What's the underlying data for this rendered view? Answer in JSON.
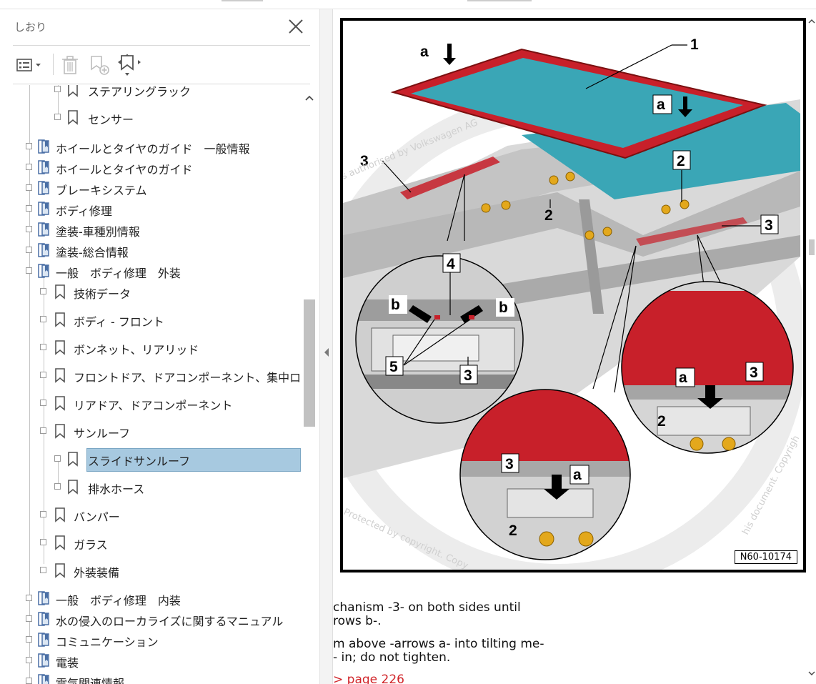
{
  "panel": {
    "title": "しおり",
    "toolbar": {
      "options": "options-menu-icon",
      "delete": "trash-icon",
      "new_bookmark": "new-bookmark-icon",
      "find_current": "find-current-bookmark-icon"
    }
  },
  "tree": {
    "rows": [
      {
        "label": "ステアリングラック",
        "type": "bookmark",
        "level": 3
      },
      {
        "label": "センサー",
        "type": "bookmark",
        "level": 3
      },
      {
        "label": "ホイールとタイヤのガイド　一般情報",
        "type": "book",
        "level": 1
      },
      {
        "label": "ホイールとタイヤのガイド",
        "type": "book",
        "level": 1
      },
      {
        "label": "ブレーキシステム",
        "type": "book",
        "level": 1
      },
      {
        "label": "ボディ修理",
        "type": "book",
        "level": 1
      },
      {
        "label": "塗装-車種別情報",
        "type": "book",
        "level": 1
      },
      {
        "label": "塗装-総合情報",
        "type": "book",
        "level": 1
      },
      {
        "label": "一般　ボディ修理　外装",
        "type": "book",
        "level": 1
      },
      {
        "label": "技術データ",
        "type": "bookmark",
        "level": 2
      },
      {
        "label": "ボディ - フロント",
        "type": "bookmark",
        "level": 2
      },
      {
        "label": "ボンネット、リアリッド",
        "type": "bookmark",
        "level": 2
      },
      {
        "label": "フロントドア、ドアコンポーネント、集中ロック",
        "type": "bookmark",
        "level": 2
      },
      {
        "label": "リアドア、ドアコンポーネント",
        "type": "bookmark",
        "level": 2
      },
      {
        "label": "サンルーフ",
        "type": "bookmark",
        "level": 2
      },
      {
        "label": "スライドサンルーフ",
        "type": "bookmark",
        "level": 3,
        "selected": true
      },
      {
        "label": "排水ホース",
        "type": "bookmark",
        "level": 3
      },
      {
        "label": "バンパー",
        "type": "bookmark",
        "level": 2
      },
      {
        "label": "ガラス",
        "type": "bookmark",
        "level": 2
      },
      {
        "label": "外装装備",
        "type": "bookmark",
        "level": 2
      },
      {
        "label": "一般　ボディ修理　内装",
        "type": "book",
        "level": 1
      },
      {
        "label": "水の侵入のローカライズに関するマニュアル",
        "type": "book",
        "level": 1
      },
      {
        "label": "コミュニケーション",
        "type": "book",
        "level": 1
      },
      {
        "label": "電装",
        "type": "book",
        "level": 1
      },
      {
        "label": "電気関連情報",
        "type": "book",
        "level": 1
      }
    ]
  },
  "figure": {
    "code": "N60-10174",
    "callouts": {
      "c1": "1",
      "c2": "2",
      "c3": "3",
      "c4": "4",
      "c5": "5",
      "a": "a",
      "b": "b"
    },
    "watermark_top": "Protected by copyright. Copying for private or commercial purposes, in part or in whole, is not permitted unless authorised by Volkswagen AG.",
    "watermark_top_visible": "s authorised by Volkswagen AG",
    "watermark_bottom_visible": "Protected by copyright. Copy",
    "watermark_right_visible": "his document. Copyrigh"
  },
  "doc": {
    "line1": "chanism -3- on both sides until",
    "line2": "rows b-.",
    "line3": "m above -arrows a- into tilting me-",
    "line4": "- in; do not tighten.",
    "link": "> page 226"
  },
  "colors": {
    "selection": "#a7c9e0",
    "link": "#d1252a",
    "glass": "#3aa6b6",
    "frame_red": "#c8202a"
  }
}
